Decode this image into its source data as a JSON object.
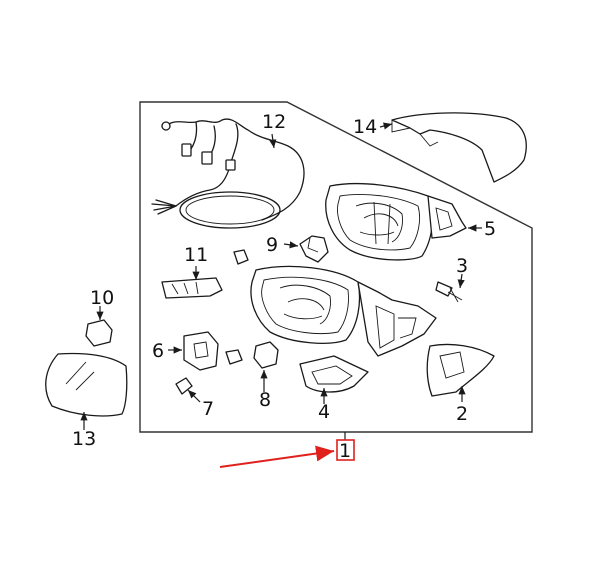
{
  "callouts": {
    "c1": "1",
    "c2": "2",
    "c3": "3",
    "c4": "4",
    "c5": "5",
    "c6": "6",
    "c7": "7",
    "c8": "8",
    "c9": "9",
    "c10": "10",
    "c11": "11",
    "c12": "12",
    "c13": "13",
    "c14": "14"
  },
  "colors": {
    "highlight_box": "#e0201c",
    "highlight_arrow": "#e0201c",
    "line": "#1a1a1a"
  },
  "highlighted_part": "1"
}
